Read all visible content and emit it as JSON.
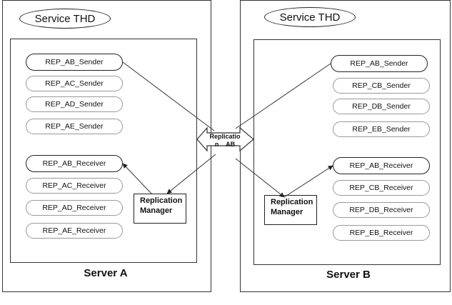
{
  "server_a": {
    "title": "Service THD",
    "caption": "Server A",
    "senders": [
      "REP_AB_Sender",
      "REP_AC_Sender",
      "REP_AD_Sender",
      "REP_AE_Sender"
    ],
    "receivers": [
      "REP_AB_Receiver",
      "REP_AC_Receiver",
      "REP_AD_Receiver",
      "REP_AE_Receiver"
    ],
    "manager": [
      "Replication",
      "Manager"
    ]
  },
  "server_b": {
    "title": "Service THD",
    "caption": "Server B",
    "senders": [
      "REP_AB_Sender",
      "REP_CB_Sender",
      "REP_DB_Sender",
      "REP_EB_Sender"
    ],
    "receivers": [
      "REP_AB_Receiver",
      "REP_CB_Receiver",
      "REP_DB_Receiver",
      "REP_EB_Receiver"
    ],
    "manager": [
      "Replication",
      "Manager"
    ]
  },
  "hub": {
    "line1": "Replicatio",
    "line2": "n    AB"
  }
}
